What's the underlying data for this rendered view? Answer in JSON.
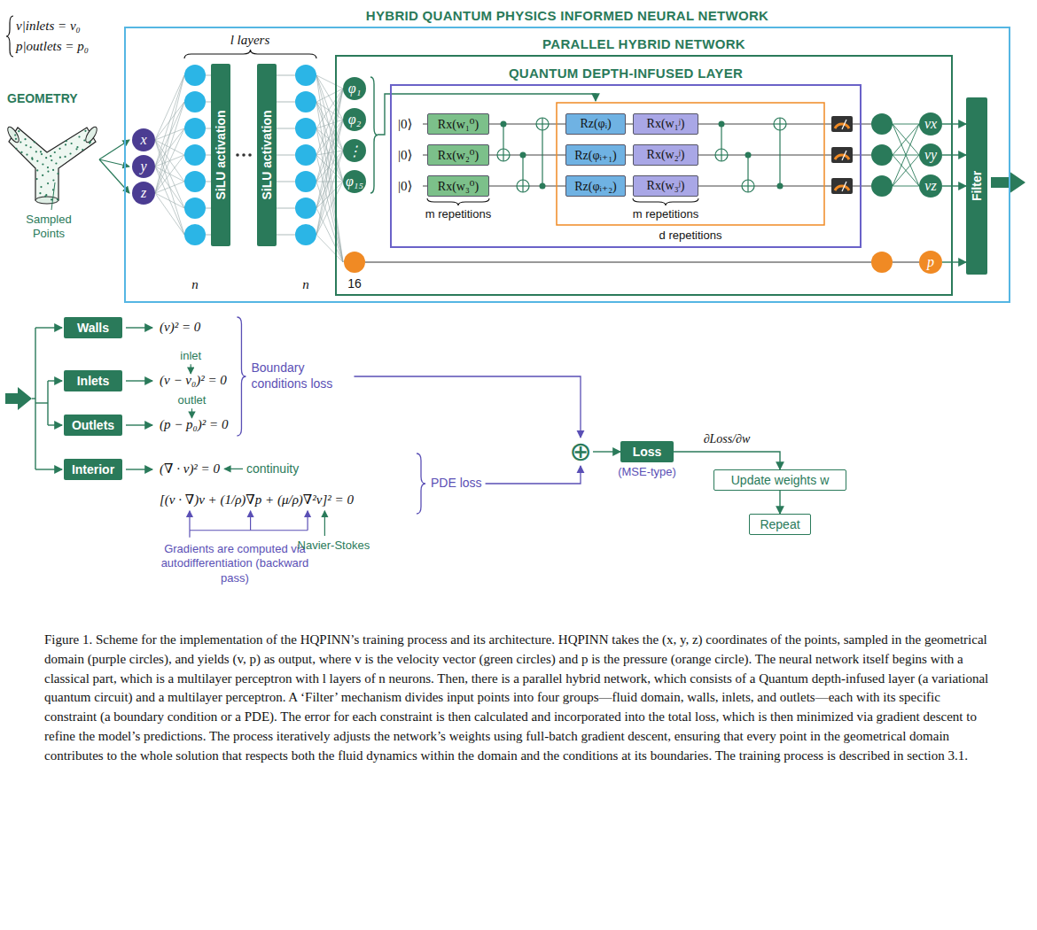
{
  "diagram": {
    "caption": "Figure 1. Scheme for the implementation of the HQPINN’s training process and its architecture. HQPINN takes the (x, y, z) coordinates of the points, sampled in the geometrical domain (purple circles), and yields (v, p) as output, where v is the velocity vector (green circles) and p is the pressure (orange circle). The neural network itself begins with a classical part, which is a multilayer perceptron with l layers of n neurons. Then, there is a parallel hybrid network, which consists of a Quantum depth-infused layer (a variational quantum circuit) and a multilayer perceptron. A ‘Filter’ mechanism divides input points into four groups—fluid domain, walls, inlets, and outlets—each with its specific constraint (a boundary condition or a PDE). The error for each constraint is then calculated and incorporated into the total loss, which is then minimized via gradient descent to refine the model’s predictions. The process iteratively adjusts the network’s weights using full-batch gradient descent, ensuring that every point in the geometrical domain contributes to the whole solution that respects both the fluid dynamics within the domain and the conditions at its boundaries. The training process is described in section 3.1.",
    "nodes": [
      {
        "text": [
          "HYBRID QUANTUM PHYSICS INFORMED NEURAL NETWORK"
        ]
      },
      {
        "text": [
          "PARALLEL HYBRID NETWORK"
        ],
        "in": 0
      },
      {
        "text": [
          "QUANTUM DEPTH-INFUSED LAYER"
        ],
        "in": 1
      },
      {
        "text": [
          "x"
        ],
        "in": 0
      },
      {
        "text": [
          "y"
        ],
        "in": 0
      },
      {
        "text": [
          "z"
        ],
        "in": 0
      },
      {
        "text": [
          "SiLU activation"
        ],
        "in": 0
      },
      {
        "text": [
          "SiLU activation"
        ],
        "in": 0
      },
      {
        "text": [
          "φ₁"
        ],
        "in": 1
      },
      {
        "text": [
          "φ₂"
        ],
        "in": 1
      },
      {
        "text": [
          "⋮"
        ],
        "in": 1
      },
      {
        "text": [
          "φ₁₅"
        ],
        "in": 1
      },
      {
        "text": [
          "Rx(w₁⁰)"
        ],
        "in": 2
      },
      {
        "text": [
          "Rx(w₂⁰)"
        ],
        "in": 2
      },
      {
        "text": [
          "Rx(w₃⁰)"
        ],
        "in": 2
      },
      {
        "text": [
          "Rz(φᵢ)"
        ],
        "in": 2
      },
      {
        "text": [
          "Rz(φᵢ₊₁)"
        ],
        "in": 2
      },
      {
        "text": [
          "Rz(φᵢ₊₂)"
        ],
        "in": 2
      },
      {
        "text": [
          "Rx(w₁ʲ)"
        ],
        "in": 2
      },
      {
        "text": [
          "Rx(w₂ʲ)"
        ],
        "in": 2
      },
      {
        "text": [
          "Rx(w₃ʲ)"
        ],
        "in": 2
      },
      {
        "text": [
          "vx"
        ],
        "in": 1
      },
      {
        "text": [
          "vy"
        ],
        "in": 1
      },
      {
        "text": [
          "vz"
        ],
        "in": 1
      },
      {
        "text": [
          "p"
        ],
        "in": 1
      },
      {
        "text": [
          "Filter"
        ],
        "in": 0
      },
      {
        "text": [
          "Walls"
        ]
      },
      {
        "text": [
          "Inlets"
        ]
      },
      {
        "text": [
          "Outlets"
        ]
      },
      {
        "text": [
          "Interior"
        ]
      },
      {
        "text": [
          "⊕"
        ]
      },
      {
        "text": [
          "Loss",
          "(MSE-type)"
        ]
      },
      {
        "text": [
          "Update weights w"
        ]
      },
      {
        "text": [
          "Repeat"
        ]
      }
    ],
    "edges": [
      {
        "from": 21,
        "to": 25,
        "arrow": "to"
      },
      {
        "from": 22,
        "to": 25,
        "arrow": "to"
      },
      {
        "from": 23,
        "to": 25,
        "arrow": "to"
      },
      {
        "from": 24,
        "to": 25,
        "arrow": "to"
      },
      {
        "from": 30,
        "to": 31,
        "arrow": "to"
      },
      {
        "from": 31,
        "to": 32,
        "arrow": "to",
        "label": "∂Loss/∂w"
      },
      {
        "from": 32,
        "to": 33,
        "arrow": "to"
      }
    ],
    "labels": [
      "v|inlets = v₀",
      "p|outlets = p₀",
      "GEOMETRY",
      "Sampled Points",
      "l layers",
      "n",
      "n",
      "16",
      "|0⟩",
      "|0⟩",
      "|0⟩",
      "m repetitions",
      "m repetitions",
      "d repetitions",
      "(v)² = 0",
      "inlet",
      "(v − v₀)² = 0",
      "outlet",
      "(p − p₀)² = 0",
      "Boundary conditions loss",
      "(∇ · v)² = 0",
      "continuity",
      "[(v · ∇)v + (1/ρ)∇p + (μ/ρ)∇²v]² = 0",
      "PDE loss",
      "Gradients are computed via autodifferentiation (backward pass)",
      "Navier-Stokes"
    ]
  }
}
